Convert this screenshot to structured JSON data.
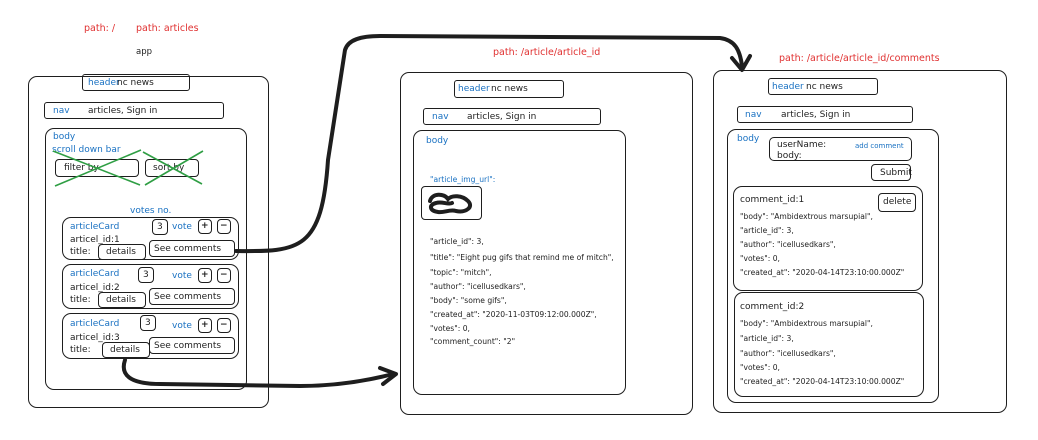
{
  "colors": {
    "ink": "#1e1e1e",
    "route": "#e03131",
    "component": "#1971c2",
    "strike": "#2f9e44"
  },
  "routes": {
    "root": "path: /",
    "articles": "path: articles",
    "article": "path: /article/article_id",
    "comments": "path: /article/article_id/comments"
  },
  "app_label": "app",
  "common": {
    "header_tag": "header",
    "header_text": "nc news",
    "nav_tag": "nav",
    "nav_text": "articles, Sign in",
    "body_tag": "body"
  },
  "list_page": {
    "scroll_bar": "scroll down bar",
    "filter": "filter by",
    "sort": "sort by",
    "votes_label": "votes no.",
    "cards": [
      {
        "tag": "articleCard",
        "votes": "3",
        "vote_label": "vote",
        "plus": "+",
        "minus": "−",
        "id": "articel_id:1",
        "title": "title:",
        "details": "details",
        "see_comments": "See comments"
      },
      {
        "tag": "articleCard",
        "votes": "3",
        "vote_label": "vote",
        "plus": "+",
        "minus": "−",
        "id": "articel_id:2",
        "title": "title:",
        "details": "details",
        "see_comments": "See comments"
      },
      {
        "tag": "articleCard",
        "votes": "3",
        "vote_label": "vote",
        "plus": "+",
        "minus": "−",
        "id": "articel_id:3",
        "title": "title:",
        "details": "details",
        "see_comments": "See comments"
      }
    ]
  },
  "article_page": {
    "img_label": "\"article_img_url\":",
    "fields": [
      "\"article_id\": 3,",
      "\"title\": \"Eight pug gifs that remind me of mitch\",",
      "\"topic\": \"mitch\",",
      "\"author\": \"icellusedkars\",",
      "\"body\": \"some gifs\",",
      "\"created_at\": \"2020-11-03T09:12:00.000Z\",",
      "\"votes\": 0,",
      "\"comment_count\": \"2\""
    ]
  },
  "comments_page": {
    "form_username": "userName:",
    "form_body": "body:",
    "add_comment": "add comment",
    "submit": "Submit",
    "comments": [
      {
        "id": "comment_id:1",
        "delete": "delete",
        "lines": [
          "\"body\": \"Ambidextrous marsupial\",",
          "\"article_id\": 3,",
          "\"author\": \"icellusedkars\",",
          "\"votes\": 0,",
          "\"created_at\": \"2020-04-14T23:10:00.000Z\""
        ]
      },
      {
        "id": "comment_id:2",
        "lines": [
          "\"body\": \"Ambidextrous marsupial\",",
          "\"article_id\": 3,",
          "\"author\": \"icellusedkars\",",
          "\"votes\": 0,",
          "\"created_at\": \"2020-04-14T23:10:00.000Z\""
        ]
      }
    ]
  }
}
